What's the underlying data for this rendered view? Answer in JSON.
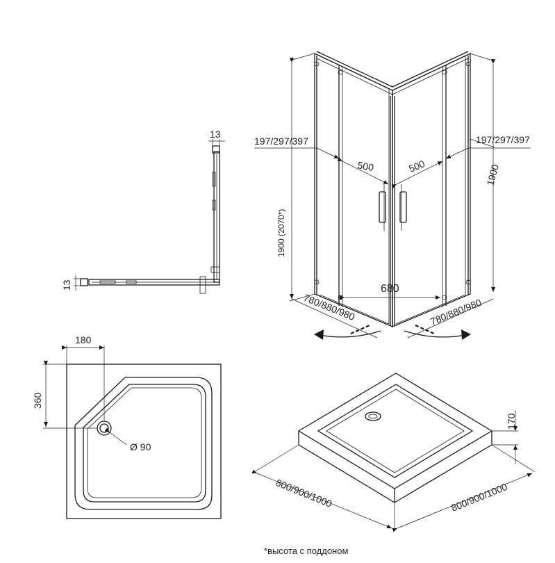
{
  "labels": {
    "dim_13_top": "13",
    "dim_13_side": "13",
    "offset_left": "197/297/397",
    "offset_right": "197/297/397",
    "door_left": "500",
    "door_right": "500",
    "entrance": "680",
    "height_left": "1900 (2070*)",
    "height_right": "1900",
    "side_left": "780/880/980",
    "side_right": "780/880/980",
    "drain_offset_x": "180",
    "drain_offset_y": "360",
    "drain_diameter": "Ø 90",
    "tray_height": "170",
    "tray_left": "800/900/1000",
    "tray_right": "800/900/1000"
  },
  "footnote": "*высота с поддоном"
}
